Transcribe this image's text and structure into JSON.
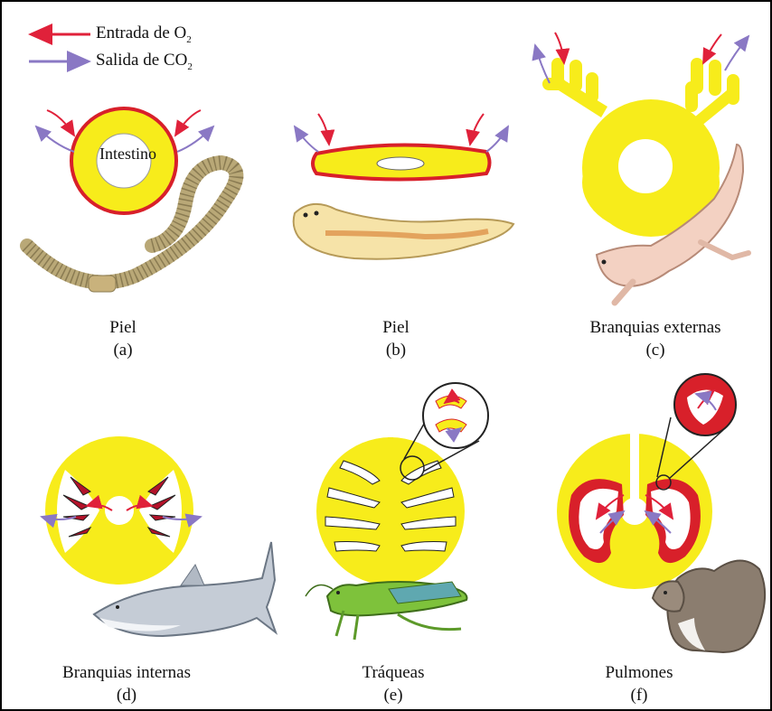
{
  "legend": {
    "o2_label": "Entrada de O",
    "o2_sub": "2",
    "co2_label": "Salida de CO",
    "co2_sub": "2",
    "o2_color": "#e0213a",
    "co2_color": "#8a78c4"
  },
  "intestine_label": "Intestino",
  "panels": [
    {
      "name": "Piel",
      "letter": "(a)"
    },
    {
      "name": "Piel",
      "letter": "(b)"
    },
    {
      "name": "Branquias externas",
      "letter": "(c)"
    },
    {
      "name": "Branquias internas",
      "letter": "(d)"
    },
    {
      "name": "Tráqueas",
      "letter": "(e)"
    },
    {
      "name": "Pulmones",
      "letter": "(f)"
    }
  ],
  "colors": {
    "tissue_yellow": "#f7ec1b",
    "skin_red": "#d8202a",
    "outline": "#222222"
  }
}
